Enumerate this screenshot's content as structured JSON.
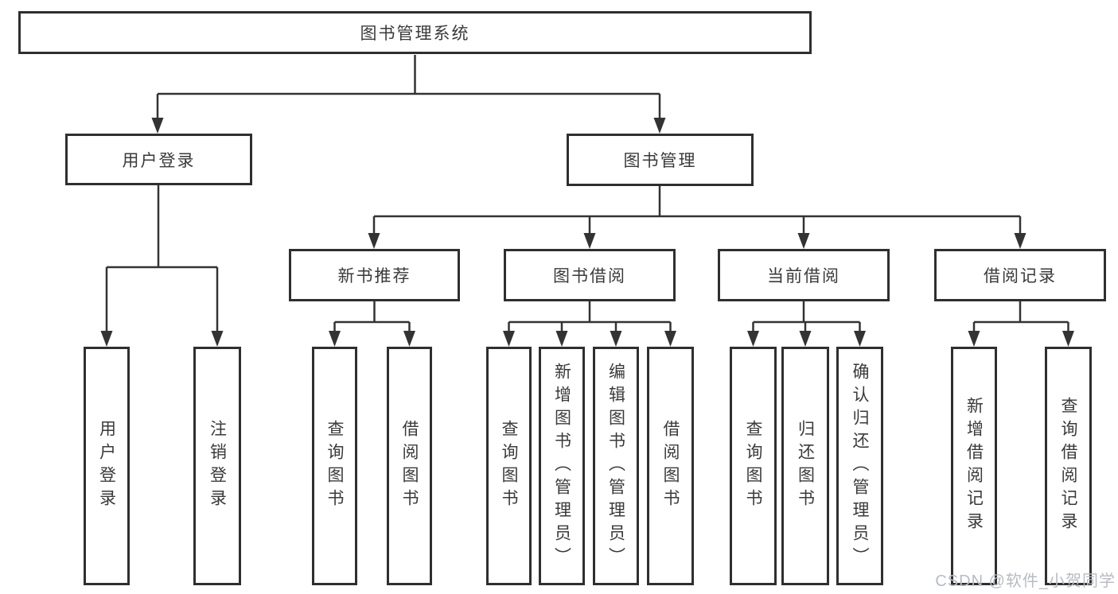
{
  "tree": {
    "root": {
      "label": "图书管理系统"
    },
    "branches": [
      {
        "label": "用户登录",
        "leaves": [
          "用户登录",
          "注销登录"
        ]
      },
      {
        "label": "图书管理",
        "groups": [
          {
            "label": "新书推荐",
            "leaves": [
              "查询图书",
              "借阅图书"
            ]
          },
          {
            "label": "图书借阅",
            "leaves": [
              "查询图书",
              "新增图书（管理员）",
              "编辑图书（管理员）",
              "借阅图书"
            ]
          },
          {
            "label": "当前借阅",
            "leaves": [
              "查询图书",
              "归还图书",
              "确认归还（管理员）"
            ]
          },
          {
            "label": "借阅记录",
            "leaves": [
              "新增借阅记录",
              "查询借阅记录"
            ]
          }
        ]
      }
    ]
  },
  "watermark": {
    "text": "CSDN @软件_小贺同学"
  },
  "colors": {
    "line": "#333333",
    "box_border": "#2f2f2f",
    "text": "#3a3a3a",
    "watermark": "#b7bbc3",
    "background": "#ffffff"
  }
}
